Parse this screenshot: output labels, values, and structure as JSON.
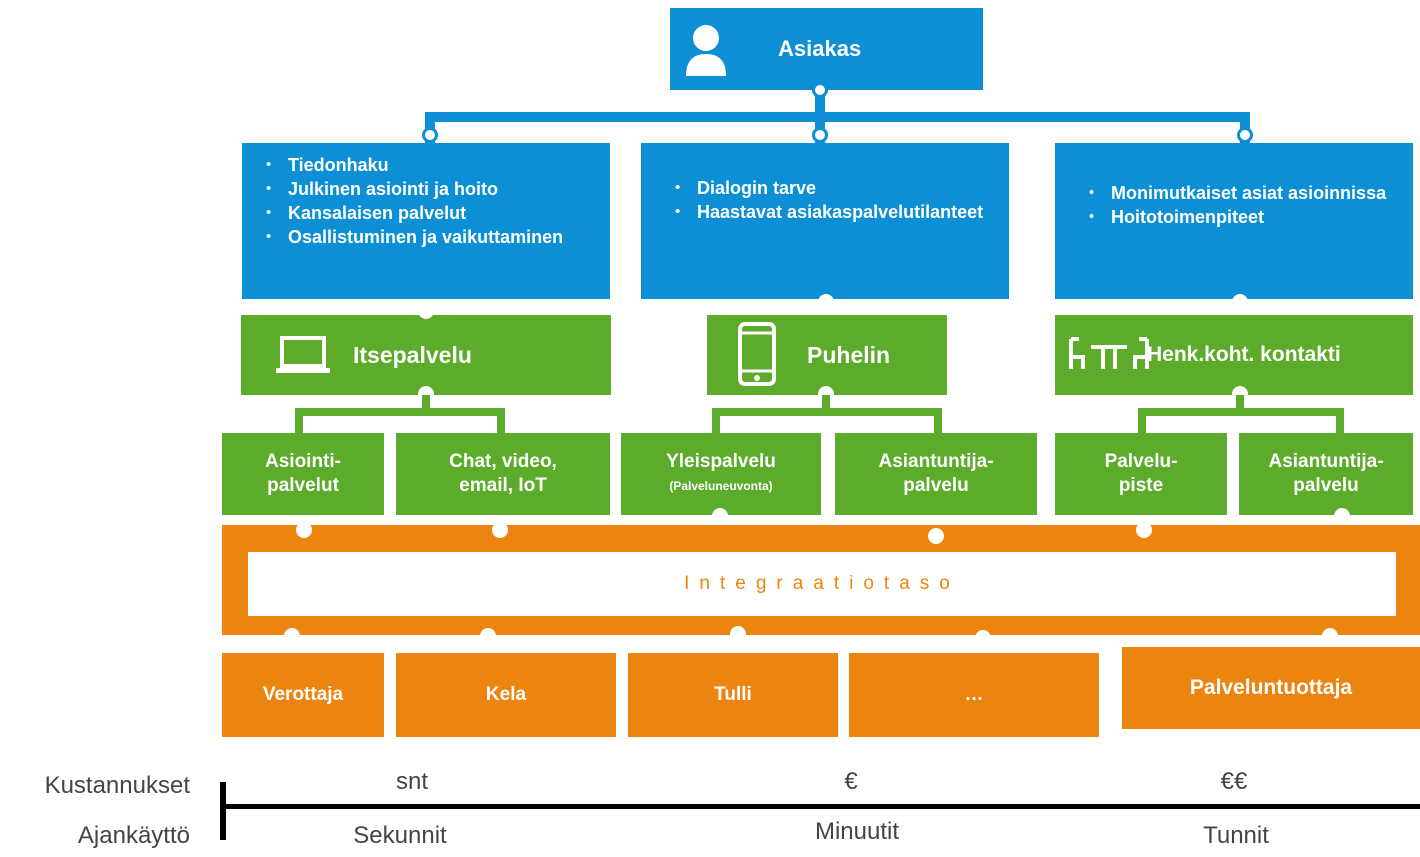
{
  "top": {
    "label": "Asiakas"
  },
  "needs": {
    "left": [
      "Tiedonhaku",
      "Julkinen asiointi  ja hoito",
      "Kansalaisen palvelut",
      "Osallistuminen ja vaikuttaminen"
    ],
    "middle": [
      "Dialogin tarve",
      "Haastavat asiakaspalvelutilanteet"
    ],
    "right": [
      "Monimutkaiset asiat asioinnissa",
      "Hoitotoimenpiteet"
    ]
  },
  "channels": {
    "left": "Itsepalvelu",
    "middle": "Puhelin",
    "right": "Henk.koht. kontakti"
  },
  "subchannels": [
    {
      "line1": "Asiointi-",
      "line2": "palvelut",
      "note": ""
    },
    {
      "line1": "Chat, video,",
      "line2": "email, IoT",
      "note": ""
    },
    {
      "line1": "Yleispalvelu",
      "line2": "",
      "note": "(Palveluneuvonta)"
    },
    {
      "line1": "Asiantuntija-",
      "line2": "palvelu",
      "note": ""
    },
    {
      "line1": "Palvelu-",
      "line2": "piste",
      "note": ""
    },
    {
      "line1": "Asiantuntija-",
      "line2": "palvelu",
      "note": ""
    }
  ],
  "integration": {
    "label": "Integraatiotaso"
  },
  "providers": [
    "Verottaja",
    "Kela",
    "Tulli",
    "…",
    "Palveluntuottaja"
  ],
  "axis": {
    "cost_label": "Kustannukset",
    "time_label": "Ajankäyttö",
    "costs": [
      "snt",
      "€",
      "€€"
    ],
    "times": [
      "Sekunnit",
      "Minuutit",
      "Tunnit"
    ]
  },
  "colors": {
    "blue": "#0d8fd6",
    "green": "#5cab2b",
    "orange": "#ec850f"
  }
}
